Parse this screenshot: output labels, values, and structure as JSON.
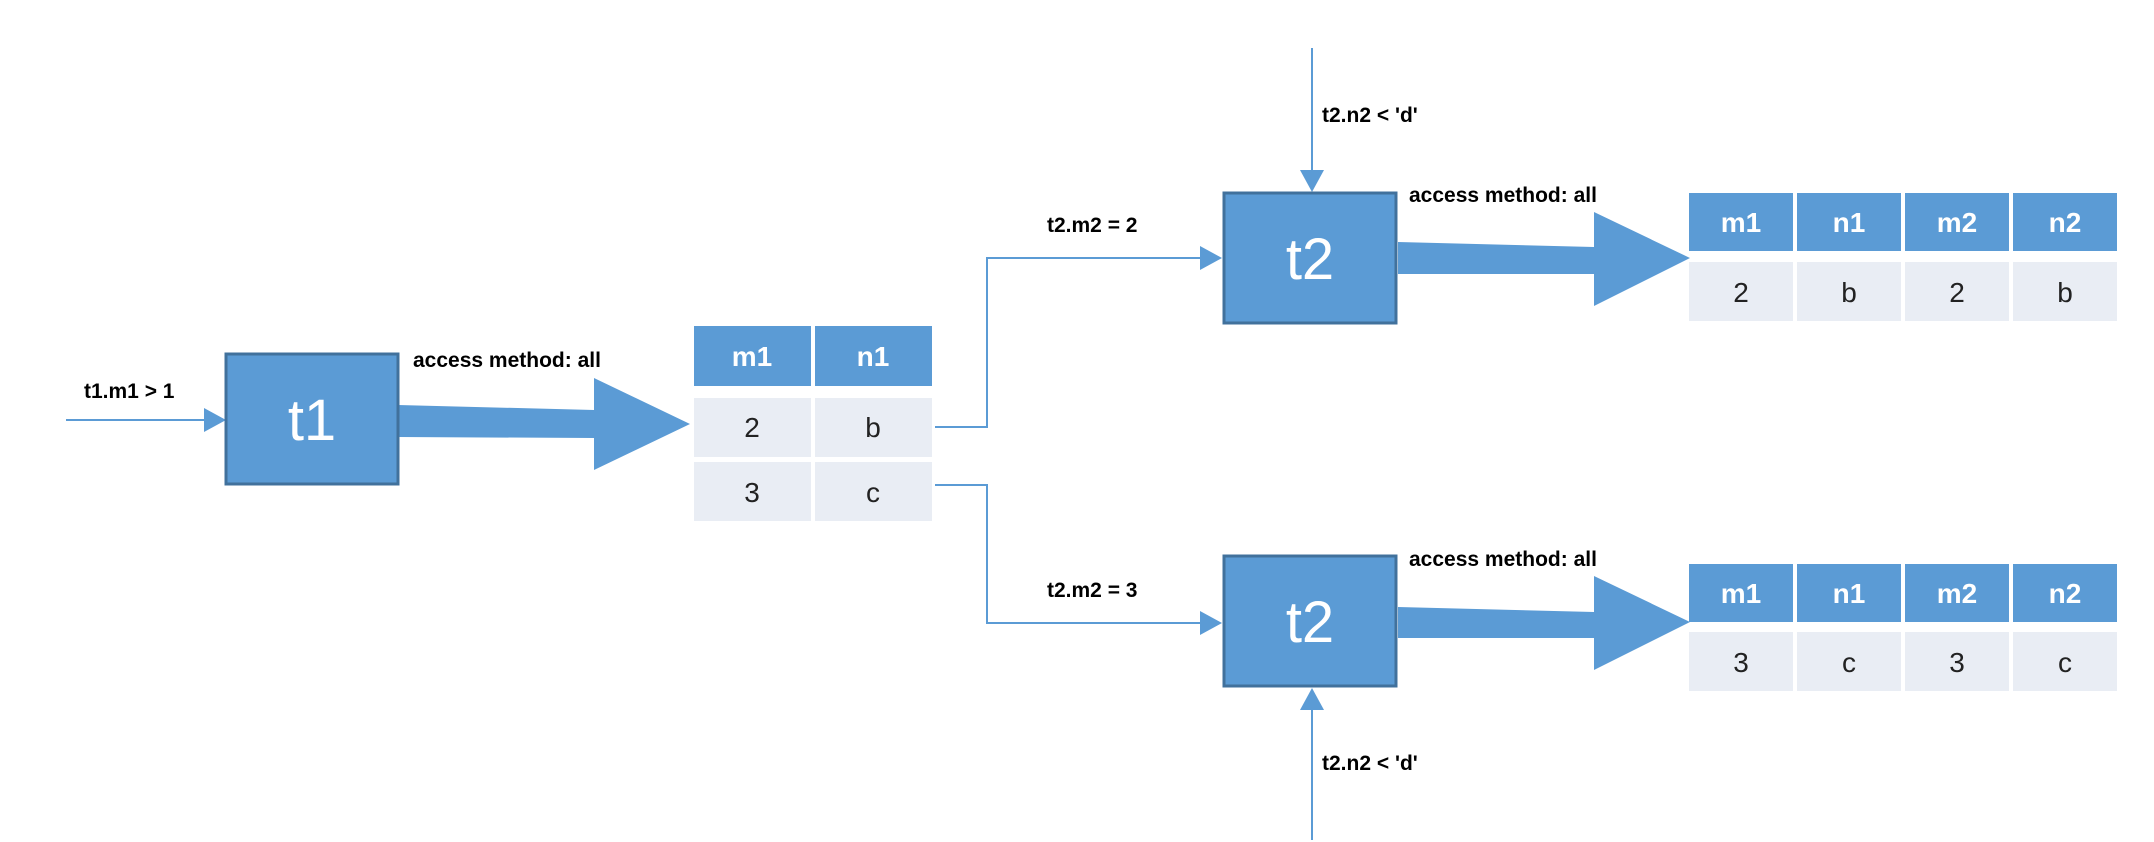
{
  "nodes": {
    "t1": {
      "label": "t1"
    },
    "t2_top": {
      "label": "t2"
    },
    "t2_bottom": {
      "label": "t2"
    }
  },
  "labels": {
    "t1_condition": "t1.m1 > 1",
    "t1_access": "access method: all",
    "t2_top_filter": "t2.n2 < 'd'",
    "t2_top_key": "t2.m2 = 2",
    "t2_top_access": "access method: all",
    "t2_bottom_key": "t2.m2 = 3",
    "t2_bottom_access": "access method: all",
    "t2_bottom_filter": "t2.n2 < 'd'"
  },
  "tables": {
    "t1_result": {
      "headers": [
        "m1",
        "n1"
      ],
      "rows": [
        [
          "2",
          "b"
        ],
        [
          "3",
          "c"
        ]
      ]
    },
    "join_top": {
      "headers": [
        "m1",
        "n1",
        "m2",
        "n2"
      ],
      "rows": [
        [
          "2",
          "b",
          "2",
          "b"
        ]
      ]
    },
    "join_bottom": {
      "headers": [
        "m1",
        "n1",
        "m2",
        "n2"
      ],
      "rows": [
        [
          "3",
          "c",
          "3",
          "c"
        ]
      ]
    }
  },
  "colors": {
    "accent": "#5b9bd5",
    "box_border": "#41719c",
    "cell_fill": "#e9edf4",
    "text": "#000000"
  }
}
